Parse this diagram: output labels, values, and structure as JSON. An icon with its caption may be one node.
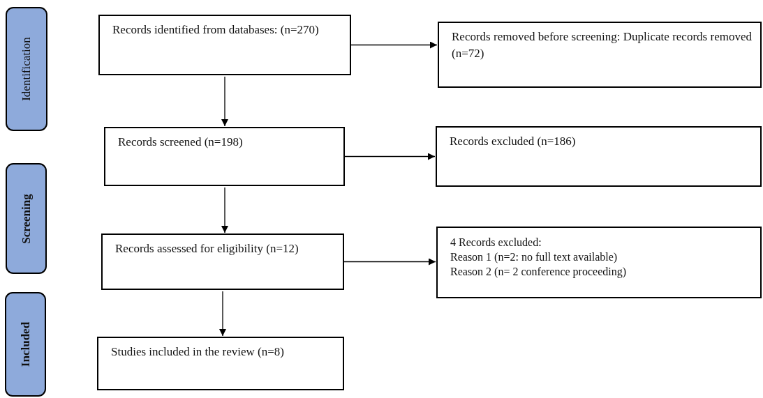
{
  "diagram": {
    "nodes": [
      {
        "text": [
          "Identification"
        ]
      },
      {
        "text": [
          "Screening"
        ]
      },
      {
        "text": [
          "Included"
        ]
      },
      {
        "text": [
          "Records identified from databases: (n=270)"
        ]
      },
      {
        "text": [
          "Records removed before screening: Duplicate records removed (n=72)"
        ]
      },
      {
        "text": [
          "Records screened (n=198)"
        ]
      },
      {
        "text": [
          "Records excluded (n=186)"
        ]
      },
      {
        "text": [
          "Records assessed for eligibility (n=12)"
        ]
      },
      {
        "text": [
          "4 Records excluded:",
          "Reason 1 (n=2: no full text available)",
          "Reason 2 (n= 2 conference proceeding)"
        ]
      },
      {
        "text": [
          "Studies included in the review (n=8)"
        ]
      }
    ],
    "edges": [
      {
        "from": 3,
        "to": 4,
        "arrow": "to"
      },
      {
        "from": 3,
        "to": 5,
        "arrow": "to"
      },
      {
        "from": 5,
        "to": 6,
        "arrow": "to"
      },
      {
        "from": 5,
        "to": 7,
        "arrow": "to"
      },
      {
        "from": 7,
        "to": 8,
        "arrow": "to"
      },
      {
        "from": 7,
        "to": 9,
        "arrow": "to"
      }
    ]
  }
}
